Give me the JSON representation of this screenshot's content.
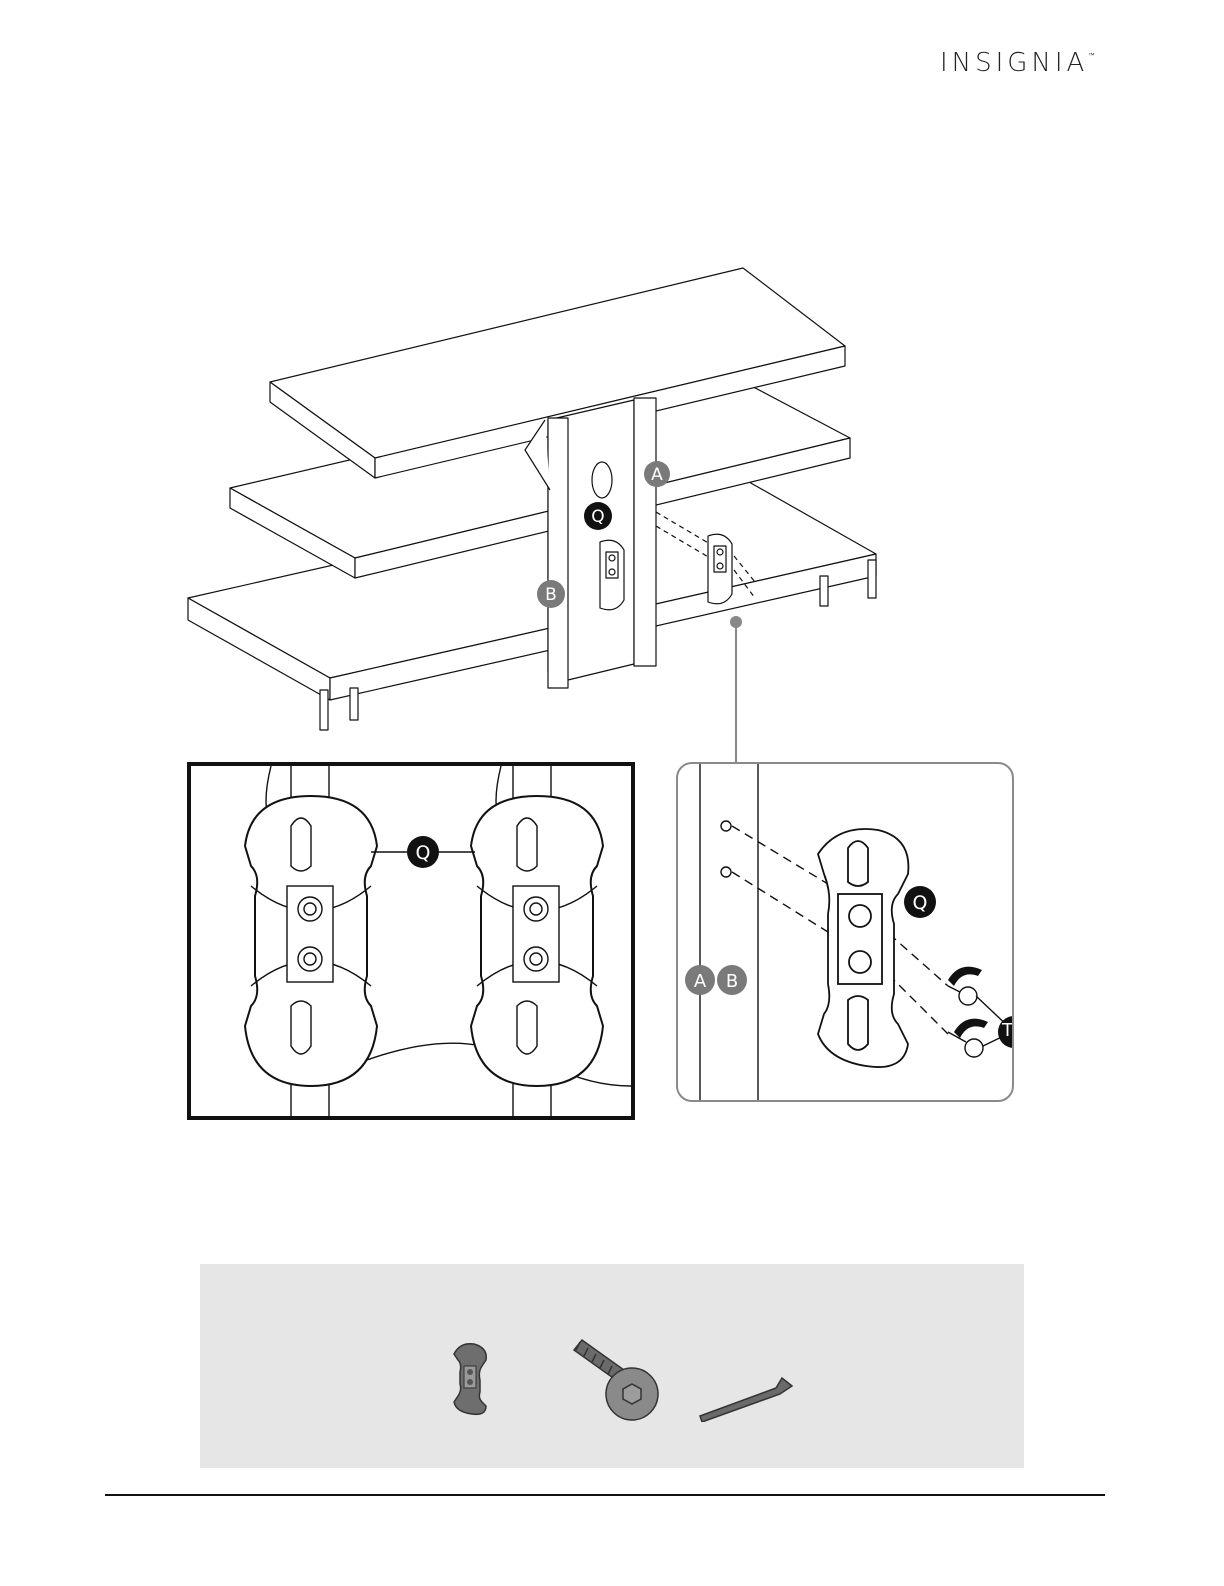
{
  "header": {
    "brand": "INSIGNIA",
    "trademark": "™"
  },
  "callouts": {
    "main": {
      "a": "A",
      "b": "B",
      "q": "Q"
    },
    "detail_left": {
      "q": "Q"
    },
    "detail_right": {
      "q": "Q",
      "a": "A",
      "b": "B",
      "t": "T"
    }
  },
  "parts": [
    {
      "icon": "cable-clip-icon"
    },
    {
      "icon": "screw-icon"
    },
    {
      "icon": "hex-key-icon"
    }
  ],
  "colors": {
    "callout_dark": "#111111",
    "callout_gray": "#7a7a7a",
    "panel": "#e6e6e6"
  }
}
